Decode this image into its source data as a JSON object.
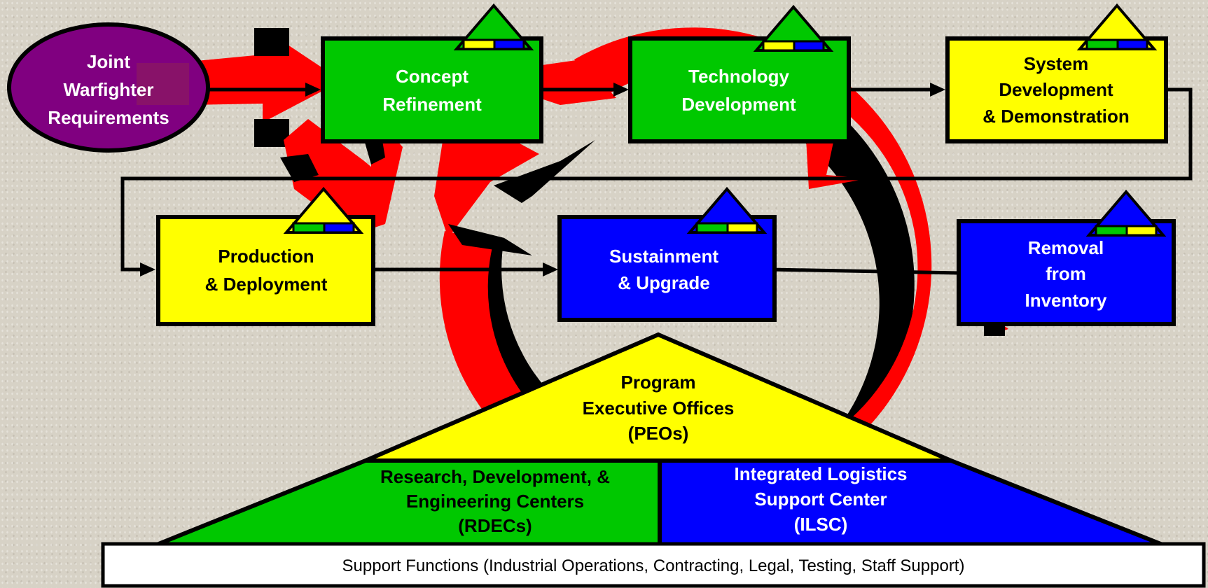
{
  "colors": {
    "phase_green": "#00c800",
    "phase_yellow": "#ffff00",
    "phase_blue": "#0000ff",
    "requirements_purple": "#800080",
    "flow_red": "#ff0000"
  },
  "requirements": {
    "line1": "Joint",
    "line2": "Warfighter",
    "line3": "Requirements"
  },
  "phases": {
    "concept": {
      "line1": "Concept",
      "line2": "Refinement"
    },
    "technology": {
      "line1": "Technology",
      "line2": "Development"
    },
    "sdd": {
      "line1": "System",
      "line2": "Development",
      "line3": "& Demonstration"
    },
    "production": {
      "line1": "Production",
      "line2": "& Deployment"
    },
    "sustainment": {
      "line1": "Sustainment",
      "line2": "& Upgrade"
    },
    "removal": {
      "line1": "Removal",
      "line2": "from",
      "line3": "Inventory"
    }
  },
  "pyramid": {
    "peo": {
      "line1": "Program",
      "line2": "Executive Offices",
      "line3": "(PEOs)"
    },
    "rdec": {
      "line1": "Research, Development, &",
      "line2": "Engineering Centers",
      "line3": "(RDECs)"
    },
    "ilsc": {
      "line1": "Integrated Logistics",
      "line2": "Support Center",
      "line3": "(ILSC)"
    }
  },
  "footer": {
    "text": "Support Functions (Industrial Operations, Contracting, Legal, Testing, Staff Support)"
  }
}
